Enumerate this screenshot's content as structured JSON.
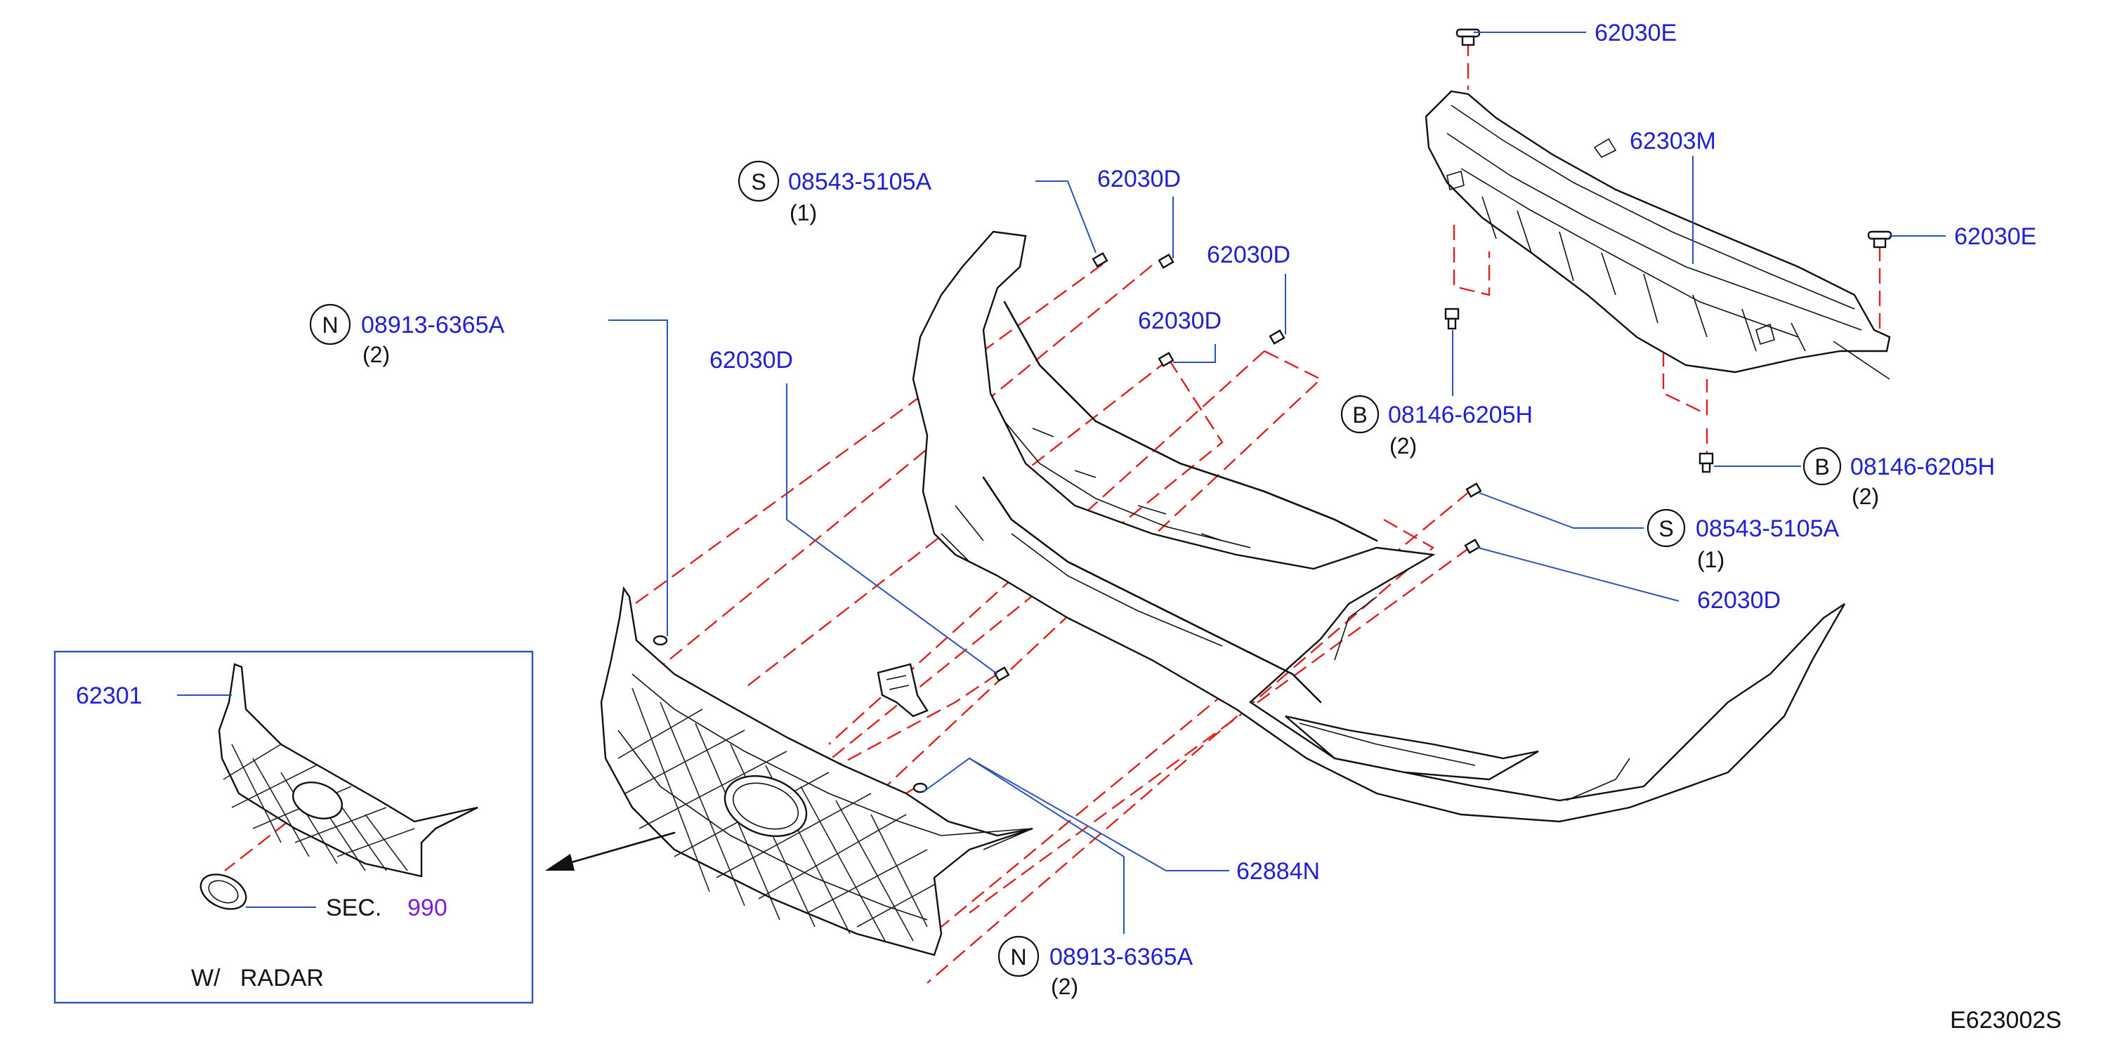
{
  "diagram_code": "E623002S",
  "colors": {
    "part_number": "#1f1fd6",
    "section_ref": "#7a1fd6",
    "leader_line": "#2b52b8",
    "dashed_line": "#e0201c",
    "outline": "#111111"
  },
  "callouts": {
    "c_62030E_top": {
      "part": "62030E"
    },
    "c_62303M": {
      "part": "62303M"
    },
    "c_62030E_right": {
      "part": "62030E"
    },
    "c_08146_a": {
      "letter": "B",
      "part": "08146-6205H",
      "qty": "(2)"
    },
    "c_08146_b": {
      "letter": "B",
      "part": "08146-6205H",
      "qty": "(2)"
    },
    "c_08543_top": {
      "letter": "S",
      "part": "08543-5105A",
      "qty": "(1)"
    },
    "c_08543_right": {
      "letter": "S",
      "part": "08543-5105A",
      "qty": "(1)"
    },
    "c_62030D_1": {
      "part": "62030D"
    },
    "c_62030D_2": {
      "part": "62030D"
    },
    "c_62030D_3": {
      "part": "62030D"
    },
    "c_62030D_4": {
      "part": "62030D"
    },
    "c_62030D_5": {
      "part": "62030D"
    },
    "c_08913_top": {
      "letter": "N",
      "part": "08913-6365A",
      "qty": "(2)"
    },
    "c_08913_bottom": {
      "letter": "N",
      "part": "08913-6365A",
      "qty": "(2)"
    },
    "c_62884N": {
      "part": "62884N"
    }
  },
  "inset": {
    "part": "62301",
    "sec_label": "SEC.",
    "sec_number": "990",
    "variant_label": "W/   RADAR"
  }
}
